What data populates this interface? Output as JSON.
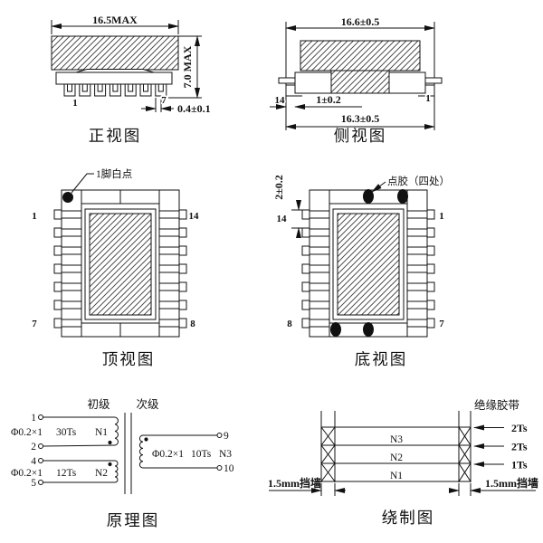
{
  "drawing": {
    "background": "#ffffff",
    "line_color": "#111111"
  },
  "views": {
    "front": {
      "title": "正视图",
      "dim_width": "16.5MAX",
      "dim_height": "7.0 MAX",
      "dim_pin_width": "0.4±0.1",
      "pin_first": "1",
      "pin_last": "7"
    },
    "side": {
      "title": "侧视图",
      "dim_top": "16.6±0.5",
      "dim_foot": "1±0.2",
      "dim_bottom": "16.3±0.5",
      "pin_left": "14",
      "pin_right": "1"
    },
    "top": {
      "title": "顶视图",
      "note": "1脚白点",
      "pin_top_left": "1",
      "pin_top_right": "14",
      "pin_bottom_left": "7",
      "pin_bottom_right": "8"
    },
    "bottom": {
      "title": "底视图",
      "note": "点胶（四处）",
      "dim_pin_pitch": "2±0.2",
      "pin_top_left": "14",
      "pin_top_right": "1",
      "pin_bottom_left": "8",
      "pin_bottom_right": "7"
    },
    "schematic": {
      "title": "原理图",
      "primary_header": "初级",
      "secondary_header": "次级",
      "windings": [
        {
          "start_pin": "1",
          "end_pin": "2",
          "wire": "Φ0.2×1",
          "turns": "30Ts",
          "name": "N1"
        },
        {
          "start_pin": "4",
          "end_pin": "5",
          "wire": "Φ0.2×1",
          "turns": "12Ts",
          "name": "N2"
        },
        {
          "start_pin": "9",
          "end_pin": "10",
          "wire": "Φ0.2×1",
          "turns": "10Ts",
          "name": "N3"
        }
      ]
    },
    "winding": {
      "title": "绕制图",
      "tape_header": "绝缘胶带",
      "layers": [
        "N3",
        "N2",
        "N1"
      ],
      "tape_turns": [
        "2Ts",
        "2Ts",
        "1Ts"
      ],
      "left_wall": "1.5mm挡墙",
      "right_wall": "1.5mm挡墙"
    }
  }
}
